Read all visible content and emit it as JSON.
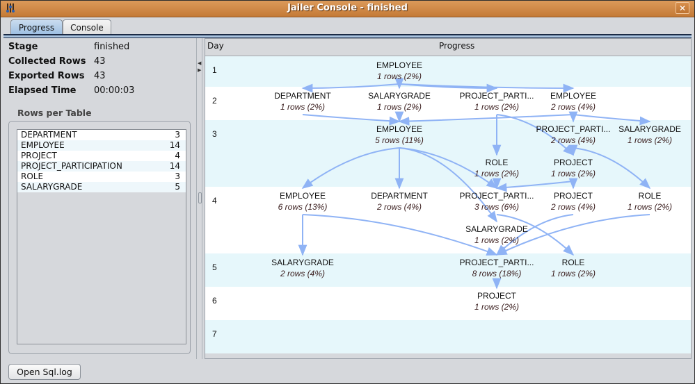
{
  "window": {
    "title": "Jailer Console - finished",
    "close_label": "✕"
  },
  "tabs": [
    {
      "label": "Progress",
      "active": true
    },
    {
      "label": "Console",
      "active": false
    }
  ],
  "stats": [
    {
      "label": "Stage",
      "value": "finished"
    },
    {
      "label": "Collected Rows",
      "value": "43"
    },
    {
      "label": "Exported Rows",
      "value": "43"
    },
    {
      "label": "Elapsed Time",
      "value": "00:00:03"
    }
  ],
  "rows_per_table": {
    "title": "Rows per Table",
    "items": [
      {
        "name": "DEPARTMENT",
        "count": "3"
      },
      {
        "name": "EMPLOYEE",
        "count": "14"
      },
      {
        "name": "PROJECT",
        "count": "4"
      },
      {
        "name": "PROJECT_PARTICIPATION",
        "count": "14"
      },
      {
        "name": "ROLE",
        "count": "3"
      },
      {
        "name": "SALARYGRADE",
        "count": "5"
      }
    ]
  },
  "graph": {
    "header": {
      "day": "Day",
      "progress": "Progress"
    },
    "days": [
      "1",
      "2",
      "3",
      "4",
      "5",
      "6",
      "7"
    ],
    "colors": {
      "edge": "#8fb3f5",
      "band_light": "#e6f7fb",
      "band_white": "#ffffff"
    },
    "nodes": [
      {
        "id": "n1",
        "day": 1,
        "col": 2,
        "sub": 0,
        "label": "EMPLOYEE",
        "rows": "1 rows (2%)"
      },
      {
        "id": "n2",
        "day": 2,
        "col": 1,
        "sub": 0,
        "label": "DEPARTMENT",
        "rows": "1 rows (2%)"
      },
      {
        "id": "n3",
        "day": 2,
        "col": 2,
        "sub": 0,
        "label": "SALARYGRADE",
        "rows": "1 rows (2%)"
      },
      {
        "id": "n4",
        "day": 2,
        "col": 3,
        "sub": 0,
        "label": "PROJECT_PARTI...",
        "rows": "1 rows (2%)"
      },
      {
        "id": "n5",
        "day": 2,
        "col": 4,
        "sub": 0,
        "label": "EMPLOYEE",
        "rows": "2 rows (4%)"
      },
      {
        "id": "n6",
        "day": 3,
        "col": 2,
        "sub": 0,
        "label": "EMPLOYEE",
        "rows": "5 rows (11%)"
      },
      {
        "id": "n7",
        "day": 3,
        "col": 4,
        "sub": 0,
        "label": "PROJECT_PARTI...",
        "rows": "2 rows (4%)"
      },
      {
        "id": "n8",
        "day": 3,
        "col": 5,
        "sub": 0,
        "label": "SALARYGRADE",
        "rows": "1 rows (2%)"
      },
      {
        "id": "n9",
        "day": 3,
        "col": 3,
        "sub": 1,
        "label": "ROLE",
        "rows": "1 rows (2%)"
      },
      {
        "id": "n10",
        "day": 3,
        "col": 4,
        "sub": 1,
        "label": "PROJECT",
        "rows": "1 rows (2%)"
      },
      {
        "id": "n11",
        "day": 4,
        "col": 1,
        "sub": 0,
        "label": "EMPLOYEE",
        "rows": "6 rows (13%)"
      },
      {
        "id": "n12",
        "day": 4,
        "col": 2,
        "sub": 0,
        "label": "DEPARTMENT",
        "rows": "2 rows (4%)"
      },
      {
        "id": "n13",
        "day": 4,
        "col": 3,
        "sub": 0,
        "label": "PROJECT_PARTI...",
        "rows": "3 rows (6%)"
      },
      {
        "id": "n14",
        "day": 4,
        "col": 4,
        "sub": 0,
        "label": "PROJECT",
        "rows": "2 rows (4%)"
      },
      {
        "id": "n15",
        "day": 4,
        "col": 5,
        "sub": 0,
        "label": "ROLE",
        "rows": "1 rows (2%)"
      },
      {
        "id": "n16",
        "day": 4,
        "col": 3,
        "sub": 1,
        "label": "SALARYGRADE",
        "rows": "1 rows (2%)"
      },
      {
        "id": "n17",
        "day": 5,
        "col": 1,
        "sub": 0,
        "label": "SALARYGRADE",
        "rows": "2 rows (4%)"
      },
      {
        "id": "n18",
        "day": 5,
        "col": 3,
        "sub": 0,
        "label": "PROJECT_PARTI...",
        "rows": "8 rows (18%)"
      },
      {
        "id": "n19",
        "day": 5,
        "col": 4,
        "sub": 0,
        "label": "ROLE",
        "rows": "1 rows (2%)"
      },
      {
        "id": "n20",
        "day": 6,
        "col": 3,
        "sub": 0,
        "label": "PROJECT",
        "rows": "1 rows (2%)"
      }
    ],
    "edges": [
      [
        "n1",
        "n2"
      ],
      [
        "n1",
        "n3"
      ],
      [
        "n1",
        "n4"
      ],
      [
        "n1",
        "n5"
      ],
      [
        "n2",
        "n6"
      ],
      [
        "n3",
        "n6"
      ],
      [
        "n5",
        "n6"
      ],
      [
        "n5",
        "n7"
      ],
      [
        "n5",
        "n8"
      ],
      [
        "n4",
        "n9"
      ],
      [
        "n4",
        "n10"
      ],
      [
        "n7",
        "n10"
      ],
      [
        "n6",
        "n11"
      ],
      [
        "n6",
        "n12"
      ],
      [
        "n6",
        "n13"
      ],
      [
        "n6",
        "n16"
      ],
      [
        "n9",
        "n13"
      ],
      [
        "n10",
        "n13"
      ],
      [
        "n10",
        "n14"
      ],
      [
        "n7",
        "n15"
      ],
      [
        "n11",
        "n17"
      ],
      [
        "n11",
        "n18"
      ],
      [
        "n14",
        "n18"
      ],
      [
        "n15",
        "n18"
      ],
      [
        "n13",
        "n19"
      ],
      [
        "n18",
        "n20"
      ]
    ]
  },
  "footer": {
    "open_sql_log_label": "Open Sql.log"
  }
}
